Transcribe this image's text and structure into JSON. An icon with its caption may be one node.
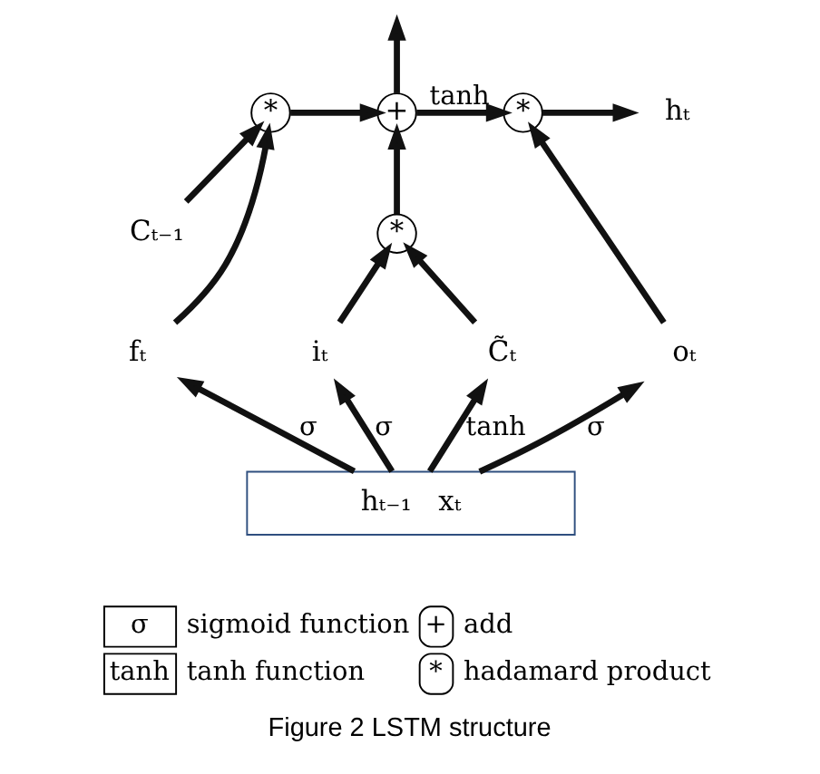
{
  "diagram": {
    "caption": "Figure 2 LSTM structure",
    "nodes": [
      {
        "text": [
          "Cₜ₋₁"
        ]
      },
      {
        "text": [
          "*"
        ]
      },
      {
        "text": [
          "+"
        ]
      },
      {
        "text": [
          "*"
        ]
      },
      {
        "text": [
          "hₜ"
        ]
      },
      {
        "text": [
          "*"
        ]
      },
      {
        "text": [
          "fₜ"
        ]
      },
      {
        "text": [
          "iₜ"
        ]
      },
      {
        "text": [
          "C̃ₜ"
        ]
      },
      {
        "text": [
          "oₜ"
        ]
      },
      {
        "text": [
          "hₜ₋₁   xₜ"
        ]
      }
    ],
    "edges": [
      {
        "from": 0,
        "to": 1,
        "arrow": "to"
      },
      {
        "from": 1,
        "to": 2,
        "arrow": "to"
      },
      {
        "from": 2,
        "to": 3,
        "arrow": "to",
        "label": "tanh"
      },
      {
        "from": 3,
        "to": 4,
        "arrow": "to"
      },
      {
        "from": 2,
        "to": null,
        "arrow": "to"
      },
      {
        "from": 6,
        "to": 1,
        "arrow": "to"
      },
      {
        "from": 5,
        "to": 2,
        "arrow": "to"
      },
      {
        "from": 7,
        "to": 5,
        "arrow": "to"
      },
      {
        "from": 8,
        "to": 5,
        "arrow": "to"
      },
      {
        "from": 9,
        "to": 3,
        "arrow": "to"
      },
      {
        "from": 10,
        "to": 6,
        "arrow": "to",
        "label": "σ"
      },
      {
        "from": 10,
        "to": 7,
        "arrow": "to",
        "label": "σ"
      },
      {
        "from": 10,
        "to": 8,
        "arrow": "to",
        "label": "tanh"
      },
      {
        "from": 10,
        "to": 9,
        "arrow": "to",
        "label": "σ"
      }
    ],
    "labels": [
      "σ",
      "+",
      "tanh",
      "*"
    ],
    "legend": [
      {
        "text": "sigmoid function"
      },
      {
        "text": "add"
      },
      {
        "text": "tanh function"
      },
      {
        "text": "hadamard product"
      }
    ]
  }
}
